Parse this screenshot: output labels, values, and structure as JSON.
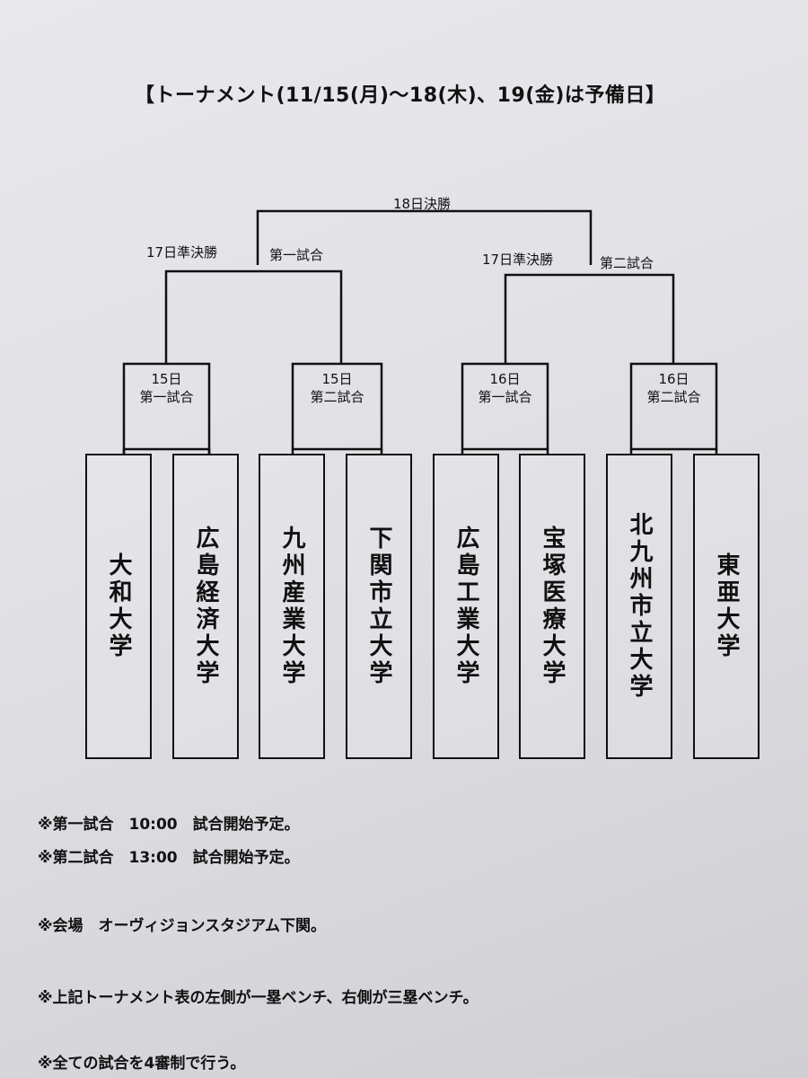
{
  "title": "【トーナメント(11/15(月)～18(木)、19(金)は予備日】",
  "final_label": "18日決勝",
  "semifinal_left": {
    "label": "17日準決勝",
    "game": "第一試合"
  },
  "semifinal_right": {
    "label": "17日準決勝",
    "game": "第二試合"
  },
  "round1": [
    {
      "day": "15日",
      "game": "第一試合"
    },
    {
      "day": "15日",
      "game": "第二試合"
    },
    {
      "day": "16日",
      "game": "第一試合"
    },
    {
      "day": "16日",
      "game": "第二試合"
    }
  ],
  "teams": [
    "大和大学",
    "広島経済大学",
    "九州産業大学",
    "下関市立大学",
    "広島工業大学",
    "宝塚医療大学",
    "北九州市立大学",
    "東亜大学"
  ],
  "notes": [
    "※第一試合　10:00　試合開始予定。",
    "※第二試合　13:00　試合開始予定。",
    "※会場　オーヴィジョンスタジアム下関。",
    "※上記トーナメント表の左側が一塁ベンチ、右側が三塁ベンチ。",
    "※全ての試合を4審制で行う。"
  ]
}
